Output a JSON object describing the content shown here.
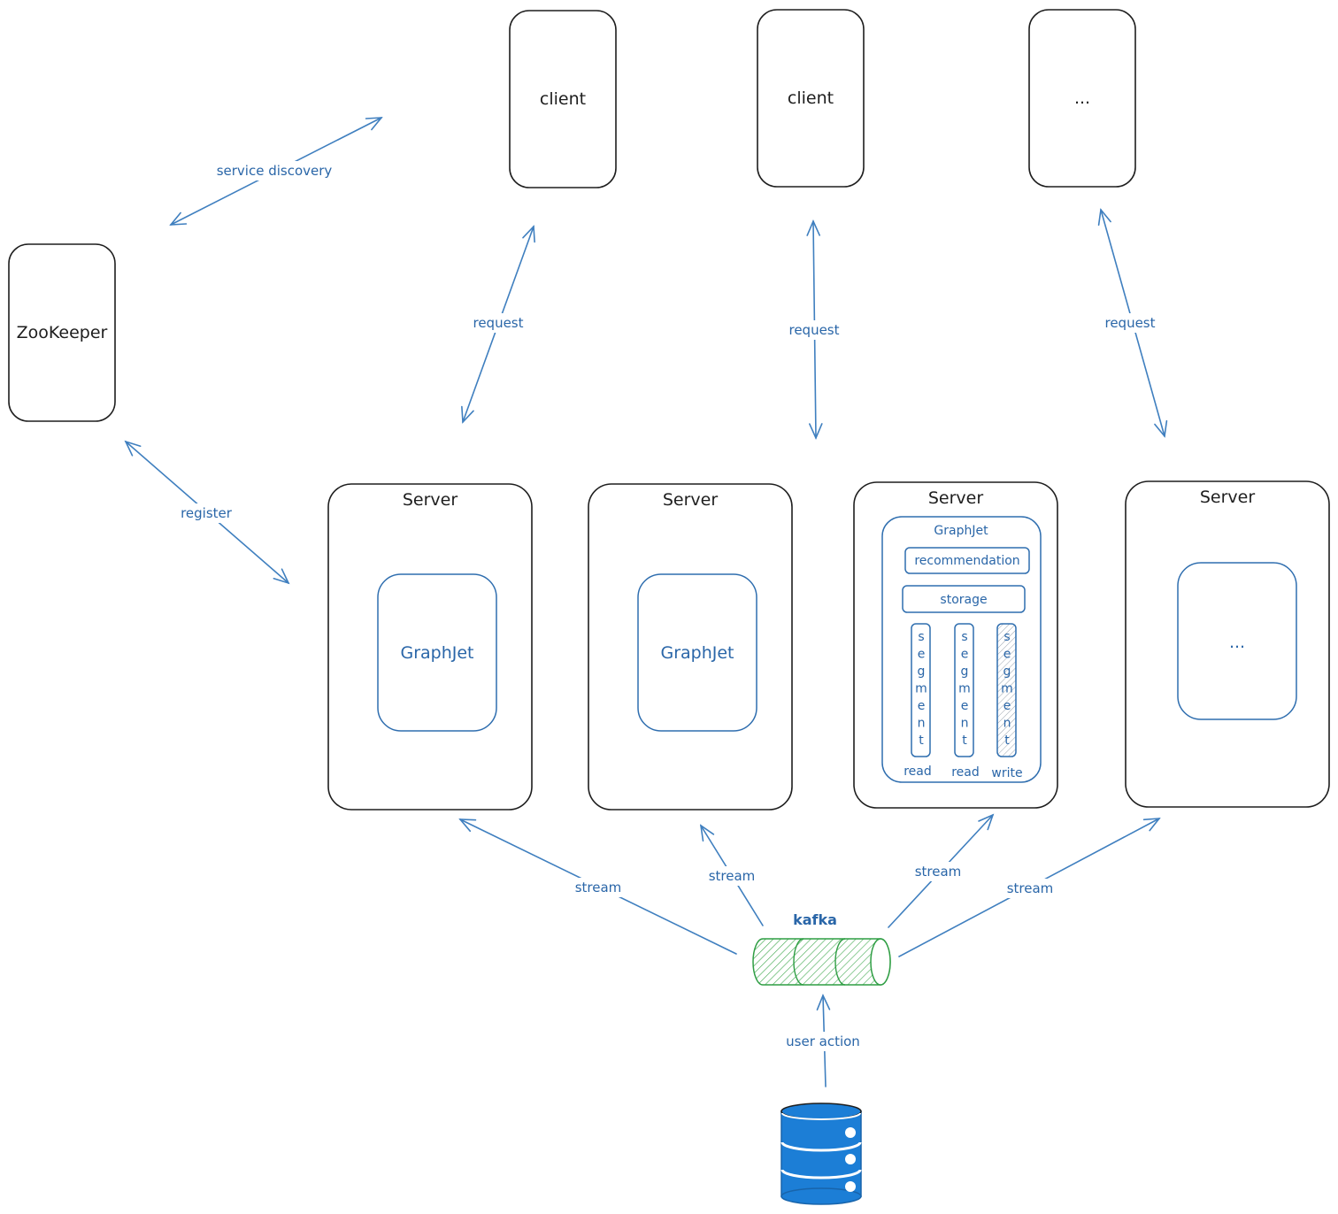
{
  "nodes": {
    "zookeeper": "ZooKeeper",
    "clients": [
      "client",
      "client",
      "..."
    ],
    "server_label": "Server",
    "servers": [
      {
        "inner": "GraphJet"
      },
      {
        "inner": "GraphJet"
      },
      {
        "inner": "GraphJet",
        "detail": true
      },
      {
        "inner": "..."
      }
    ],
    "detail": {
      "title": "GraphJet",
      "recommendation": "recommendation",
      "storage": "storage",
      "segment": "segment",
      "segment_labels": [
        "read",
        "read",
        "write"
      ]
    },
    "kafka": "kafka"
  },
  "edges": {
    "service_discovery": "service discovery",
    "register": "register",
    "request": "request",
    "stream": "stream",
    "user_action": "user action"
  },
  "colors": {
    "ink": "#1e1e1e",
    "blue": "#2f6eaf",
    "kafka_green": "#2f9e44",
    "kafka_fill": "#b2f2bb",
    "db_blue": "#1c7ed6"
  },
  "icons": [
    "database-icon"
  ]
}
